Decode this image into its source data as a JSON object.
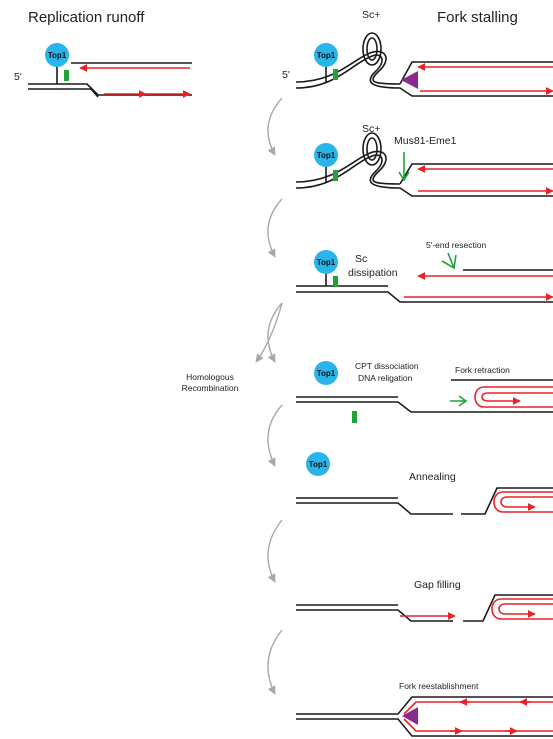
{
  "headers": {
    "left": "Replication runoff",
    "right": "Fork stalling"
  },
  "labels": {
    "five_prime": "5'",
    "top1": "Top1",
    "sc_plus": "Sc+",
    "mus81": "Mus81-Eme1",
    "sc": "Sc",
    "dissipation": "dissipation",
    "resection": "5'-end resection",
    "cpt1": "CPT dissociation",
    "cpt2": "DNA religation",
    "retraction": "Fork retraction",
    "hr1": "Homologous",
    "hr2": "Recombination",
    "annealing": "Annealing",
    "gap": "Gap filling",
    "reest": "Fork reestablishment"
  },
  "colors": {
    "top1": "#29b5ea",
    "dna": "#1a1a1a",
    "nascent": "#e8222b",
    "cleavage": "#1fa33a",
    "stall": "#8b2a8e",
    "arrow": "#a8a8a8"
  }
}
